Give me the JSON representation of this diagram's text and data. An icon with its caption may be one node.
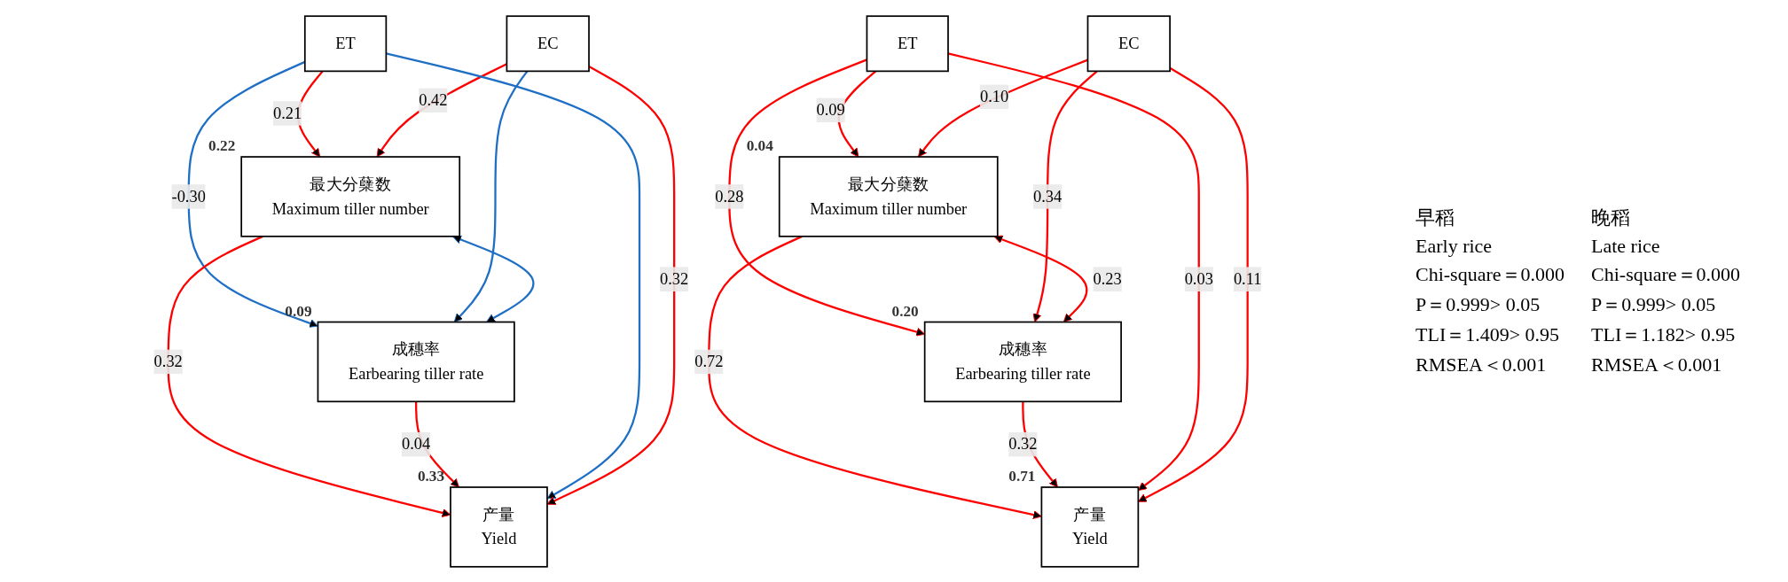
{
  "diagram": {
    "nodes": [
      {
        "text": [
          "ET"
        ]
      },
      {
        "text": [
          "EC"
        ]
      },
      {
        "text": [
          "最大分蘖数",
          "Maximum tiller number"
        ],
        "beside": [
          "0.22"
        ]
      },
      {
        "text": [
          "成穗率",
          "Earbearing tiller rate"
        ],
        "beside": [
          "0.09"
        ]
      },
      {
        "text": [
          "产量",
          "Yield"
        ],
        "beside": [
          "0.33"
        ]
      },
      {
        "text": [
          "ET"
        ]
      },
      {
        "text": [
          "EC"
        ]
      },
      {
        "text": [
          "最大分蘖数",
          "Maximum tiller number"
        ],
        "beside": [
          "0.04"
        ]
      },
      {
        "text": [
          "成穗率",
          "Earbearing tiller rate"
        ],
        "beside": [
          "0.20"
        ]
      },
      {
        "text": [
          "产量",
          "Yield"
        ],
        "beside": [
          "0.71"
        ]
      }
    ],
    "edges": [
      {
        "from": 0,
        "to": 2,
        "arrow": "to",
        "label": "0.21"
      },
      {
        "from": 1,
        "to": 2,
        "arrow": "to",
        "label": "0.42"
      },
      {
        "from": 0,
        "to": 3,
        "arrow": "to",
        "label": "-0.30",
        "color": "#1f6fc5"
      },
      {
        "from": 1,
        "to": 3,
        "arrow": "to",
        "color": "#1f6fc5"
      },
      {
        "from": 2,
        "to": 3,
        "arrow": "both",
        "color": "#1f6fc5"
      },
      {
        "from": 2,
        "to": 4,
        "arrow": "to",
        "label": "0.32"
      },
      {
        "from": 3,
        "to": 4,
        "arrow": "to",
        "label": "0.04"
      },
      {
        "from": 0,
        "to": 4,
        "arrow": "to",
        "color": "#1f6fc5"
      },
      {
        "from": 1,
        "to": 4,
        "arrow": "to",
        "label": "0.32"
      },
      {
        "from": 5,
        "to": 7,
        "arrow": "to",
        "label": "0.09"
      },
      {
        "from": 6,
        "to": 7,
        "arrow": "to",
        "label": "0.10"
      },
      {
        "from": 5,
        "to": 8,
        "arrow": "to",
        "label": "0.28"
      },
      {
        "from": 6,
        "to": 8,
        "arrow": "to",
        "label": "0.34"
      },
      {
        "from": 7,
        "to": 8,
        "arrow": "both",
        "label": "0.23"
      },
      {
        "from": 7,
        "to": 9,
        "arrow": "to",
        "label": "0.72"
      },
      {
        "from": 8,
        "to": 9,
        "arrow": "to",
        "label": "0.32"
      },
      {
        "from": 5,
        "to": 9,
        "arrow": "to",
        "label": "0.03"
      },
      {
        "from": 6,
        "to": 9,
        "arrow": "to",
        "label": "0.11"
      }
    ],
    "labels": [
      "早稻",
      "Early rice",
      "Chi-square＝0.000",
      "P＝0.999> 0.05",
      "TLI＝1.409> 0.95",
      "RMSEA＜0.001",
      "晚稻",
      "Late rice",
      "Chi-square＝0.000",
      "P＝0.999> 0.05",
      "TLI＝1.182> 0.95",
      "RMSEA＜0.001"
    ]
  }
}
